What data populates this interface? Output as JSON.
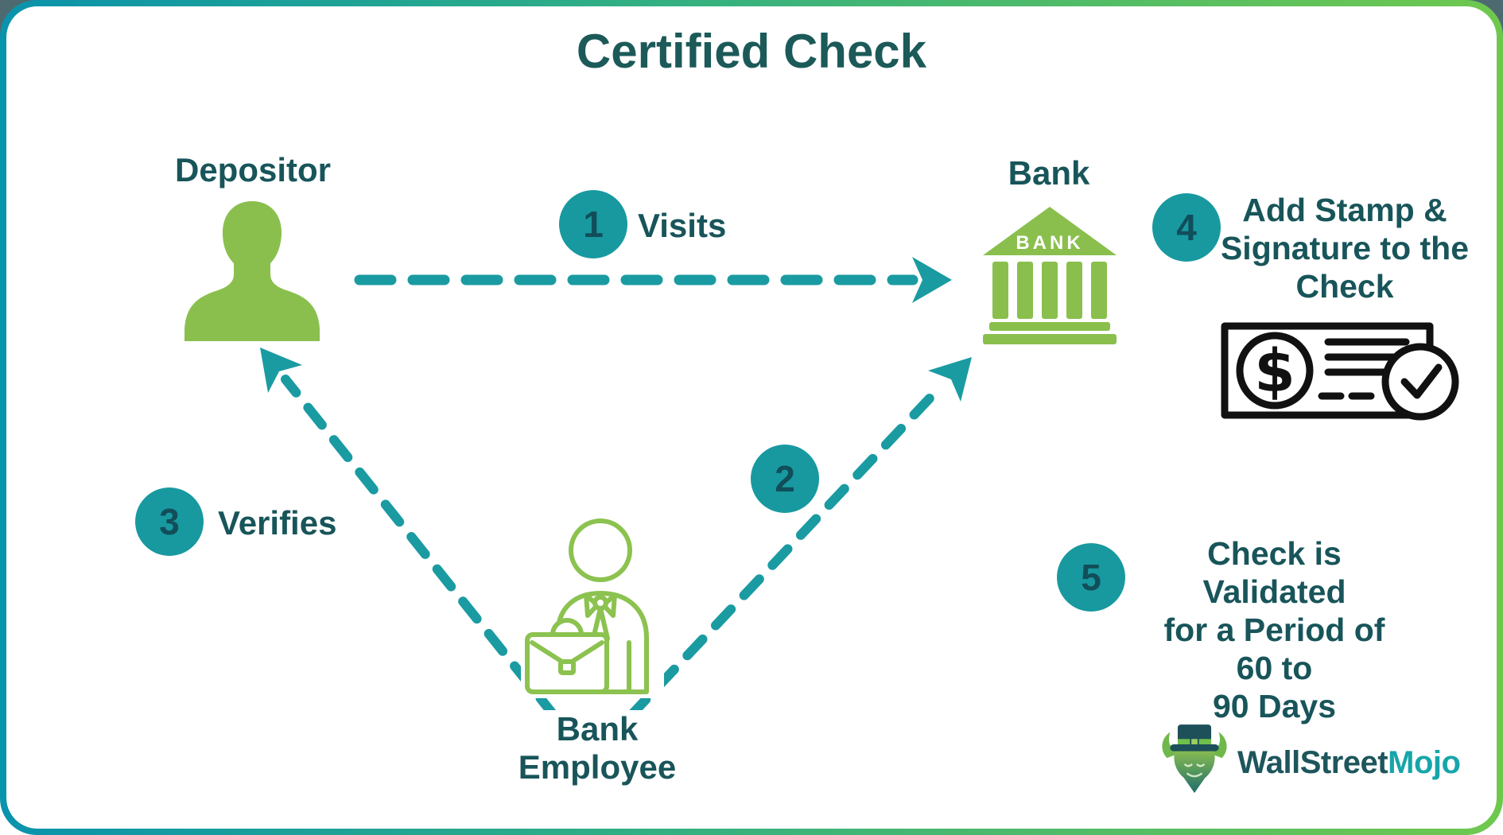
{
  "title": "Certified Check",
  "nodes": {
    "depositor": {
      "label": "Depositor"
    },
    "bank": {
      "label": "Bank",
      "building_text": "BANK"
    },
    "bank_employee": {
      "label": "Bank Employee"
    }
  },
  "steps": [
    {
      "number": "1",
      "label": "Visits"
    },
    {
      "number": "2",
      "label": ""
    },
    {
      "number": "3",
      "label": "Verifies"
    },
    {
      "number": "4",
      "label": "Add Stamp & Signature to the Check",
      "lines": [
        "Add Stamp &",
        "Signature to the",
        "Check"
      ]
    },
    {
      "number": "5",
      "label": "Check is Validated for a Period of 60 to 90 Days",
      "lines": [
        "Check is Validated",
        "for a Period of 60 to",
        "90 Days"
      ]
    }
  ],
  "check_icon": {
    "dollar_sign": "$"
  },
  "logo": {
    "part1": "WallStreet",
    "part2": "Mojo"
  },
  "colors": {
    "border_gradient_start": "#0a93ac",
    "border_gradient_end": "#6fc84e",
    "dark_teal_text": "#18555a",
    "teal_accent": "#1899a0",
    "icon_green": "#8abf4d",
    "check_icon_black": "#111111",
    "logo_mojo_teal": "#16a5aa",
    "corner_backdrop": "#4c6a70"
  }
}
